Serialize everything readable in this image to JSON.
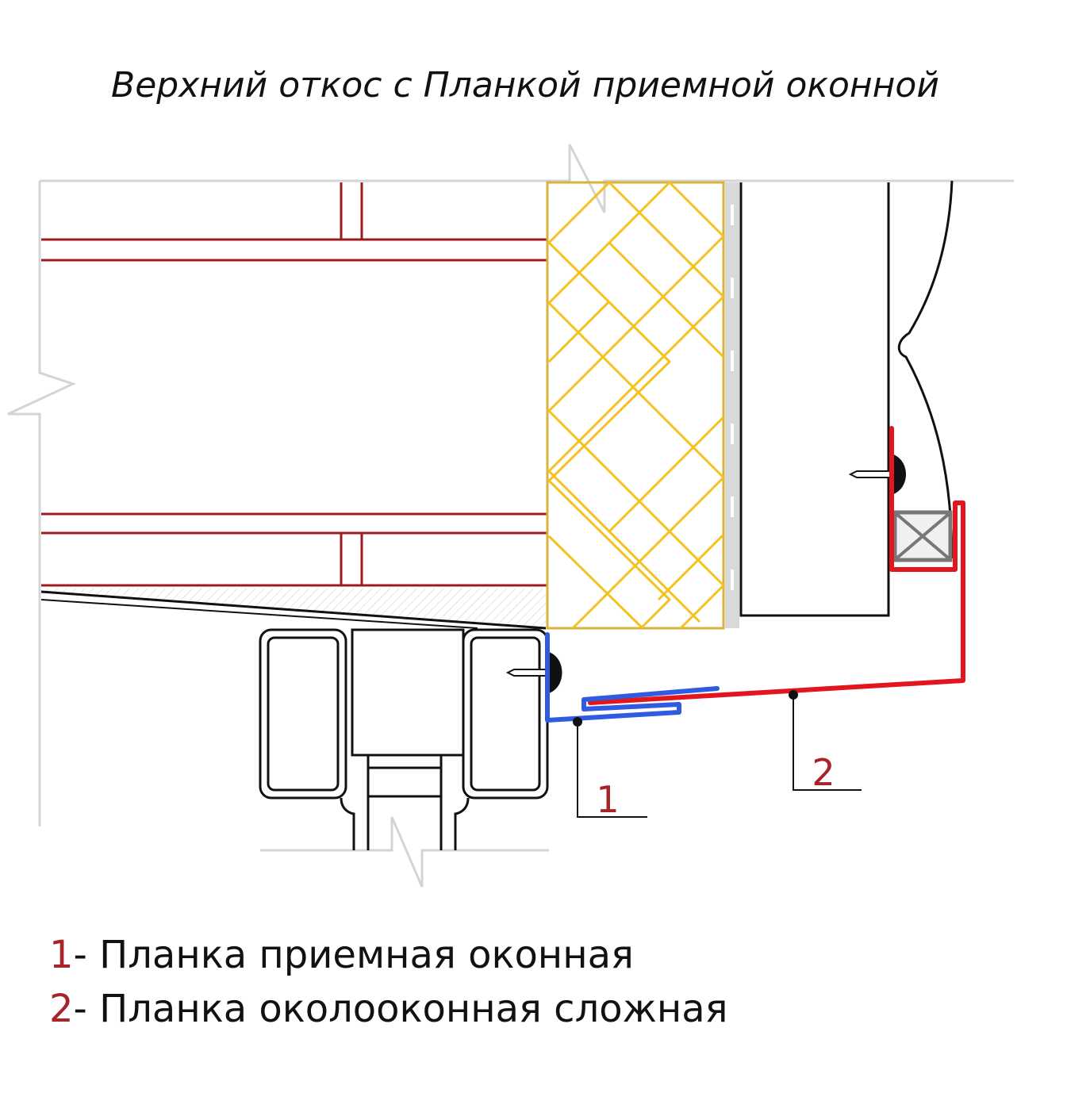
{
  "title": "Верхний откос с Планкой приемной оконной",
  "callouts": {
    "c1": "1",
    "c2": "2"
  },
  "legend": [
    {
      "num": "1",
      "text": "- Планка приемная оконная"
    },
    {
      "num": "2",
      "text": "- Планка околооконная сложная"
    }
  ],
  "colors": {
    "brick": "#9b1c1f",
    "insulation": "#f4c21f",
    "strip_1": "#2f5be0",
    "strip_2": "#e3161d",
    "break_line": "#d4d4d4",
    "callout_number": "#a8232a"
  }
}
